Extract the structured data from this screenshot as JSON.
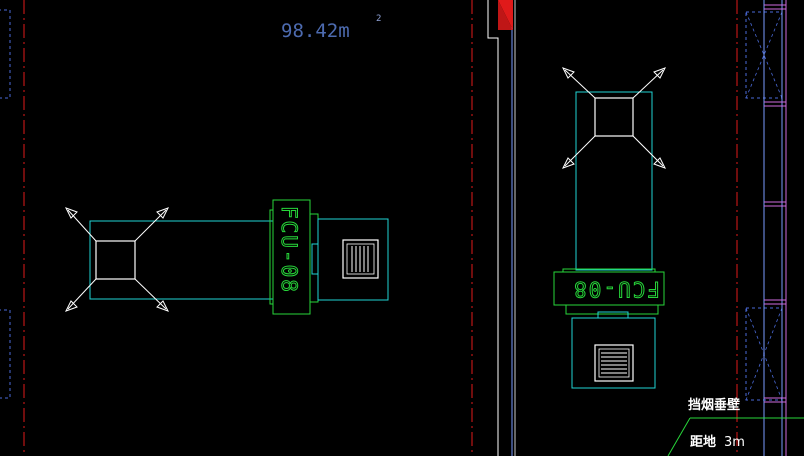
{
  "drawing": {
    "area_label": "98.42m",
    "area_superscript": "2",
    "units": [
      {
        "tag": "FCU-08"
      },
      {
        "tag": "FCU-08"
      }
    ],
    "annotation": {
      "title": "挡烟垂壁",
      "distance_label": "距地",
      "distance_value": "3m"
    }
  },
  "colors": {
    "background": "#000000",
    "duct": "#1fd5d5",
    "unit": "#27d63a",
    "wall": "#7a9cff",
    "grid": "#d06be0",
    "red_line": "#e01a1a",
    "diffuser": "#ffffff",
    "area_text": "#4d6bb0"
  }
}
